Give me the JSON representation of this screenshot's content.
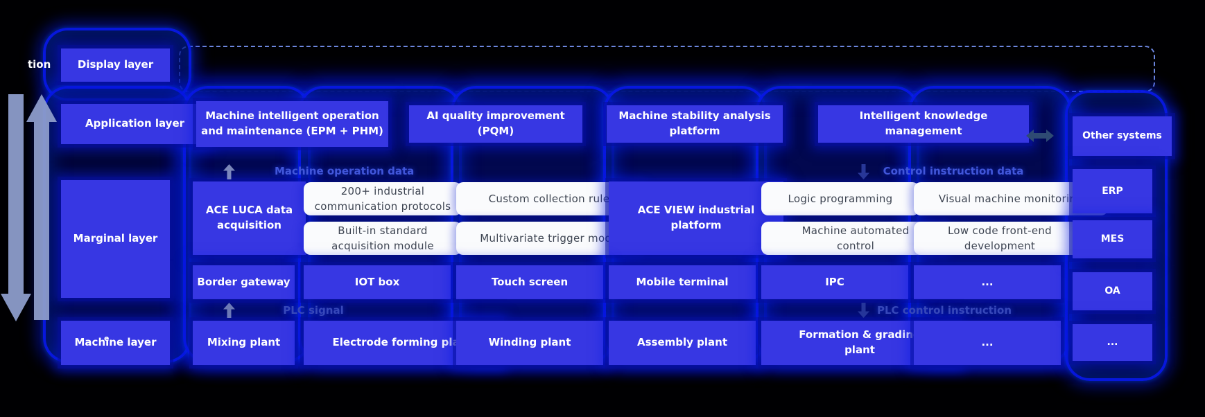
{
  "left_rail": {
    "truncated_label": "tion",
    "truncated_letter": "e"
  },
  "layers": {
    "display": "Display layer",
    "application": "Application layer",
    "marginal": "Marginal layer",
    "machine": "Machine layer"
  },
  "application_row": {
    "epm": "Machine intelligent operation and maintenance (EPM + PHM)",
    "pqm": "AI quality improvement (PQM)",
    "stability": "Machine stability analysis platform",
    "knowledge": "Intelligent knowledge management"
  },
  "flow_labels": {
    "machine_operation_data": "Machine operation data",
    "control_instruction_data": "Control instruction data",
    "plc_signal": "PLC signal",
    "plc_control_instruction": "PLC control instruction"
  },
  "marginal_row": {
    "ace_luca": "ACE LUCA data acquisition",
    "protocols": "200+ industrial communication protocols",
    "builtin_module": "Built-in standard acquisition module",
    "custom_rules": "Custom collection rules",
    "multivariate": "Multivariate trigger mode",
    "ace_view": "ACE VIEW industrial platform",
    "logic_programming": "Logic programming",
    "auto_control": "Machine automated control",
    "visual_monitoring": "Visual machine monitoring",
    "low_code": "Low code front-end development"
  },
  "terminal_row": {
    "border_gateway": "Border gateway",
    "iot_box": "IOT box",
    "touch_screen": "Touch screen",
    "mobile_terminal": "Mobile terminal",
    "ipc": "IPC",
    "more": "..."
  },
  "machine_row": {
    "mixing": "Mixing plant",
    "electrode": "Electrode forming plant",
    "winding": "Winding plant",
    "assembly": "Assembly plant",
    "formation": "Formation & grading plant",
    "more": "..."
  },
  "external_systems": {
    "other": "Other systems",
    "erp": "ERP",
    "mes": "MES",
    "oa": "OA",
    "more": "..."
  },
  "colors": {
    "box_blue": "#3737e3",
    "glow_blue": "#0a1aeb",
    "white_box": "#fafbfd",
    "flow_label_blue": "#4156da",
    "rail_arrow_gray": "#8c9cca",
    "link_arrow_dark": "#2e4a73"
  }
}
